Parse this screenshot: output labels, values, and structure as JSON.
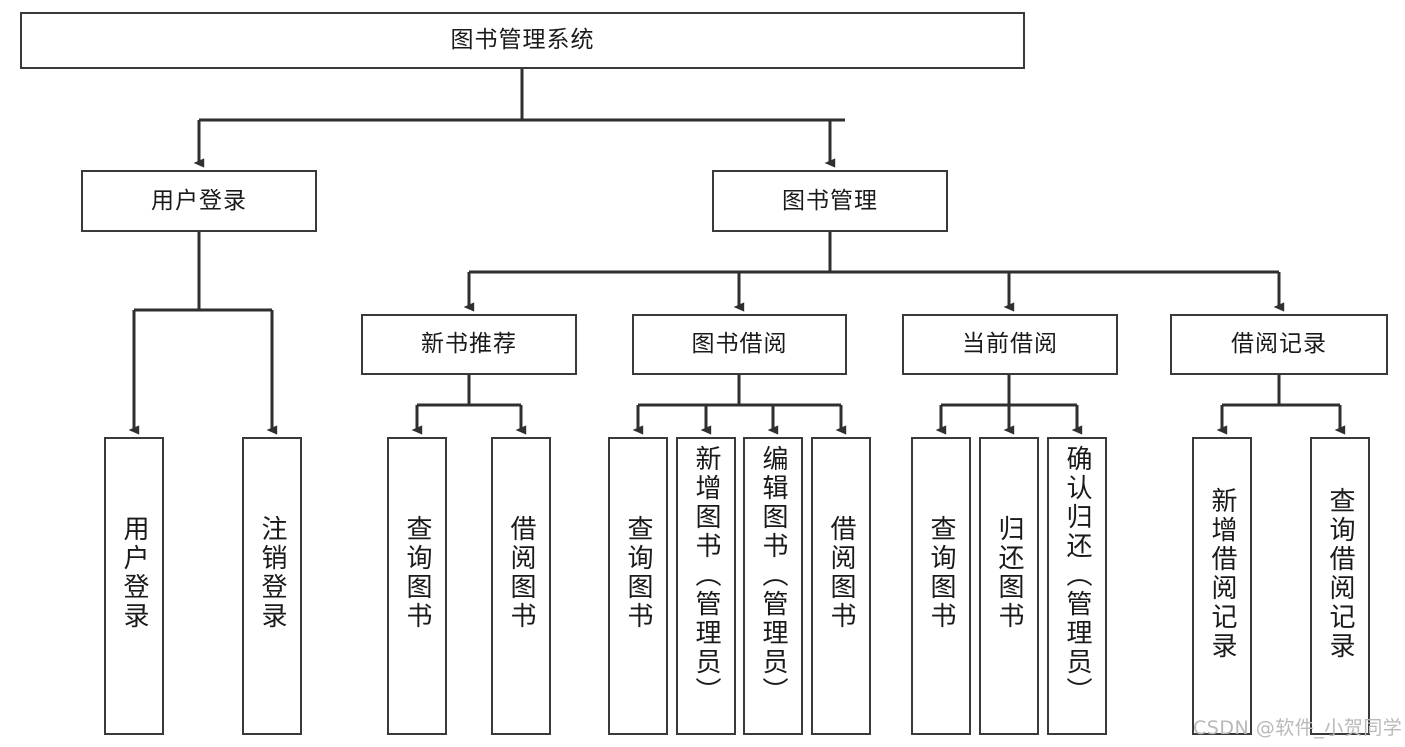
{
  "diagram": {
    "title": "图书管理系统",
    "type": "tree-hierarchy-chart",
    "root": {
      "label": "图书管理系统"
    },
    "level2": [
      {
        "label": "用户登录"
      },
      {
        "label": "图书管理"
      }
    ],
    "level3": [
      {
        "label": "新书推荐"
      },
      {
        "label": "图书借阅"
      },
      {
        "label": "当前借阅"
      },
      {
        "label": "借阅记录"
      }
    ],
    "leaves": [
      {
        "label": "用户登录",
        "parent": "用户登录"
      },
      {
        "label": "注销登录",
        "parent": "用户登录"
      },
      {
        "label": "查询图书",
        "parent": "新书推荐"
      },
      {
        "label": "借阅图书",
        "parent": "新书推荐"
      },
      {
        "label": "查询图书",
        "parent": "图书借阅"
      },
      {
        "label": "新增图书（管理员）",
        "parent": "图书借阅"
      },
      {
        "label": "编辑图书（管理员）",
        "parent": "图书借阅"
      },
      {
        "label": "借阅图书",
        "parent": "图书借阅"
      },
      {
        "label": "查询图书",
        "parent": "当前借阅"
      },
      {
        "label": "归还图书",
        "parent": "当前借阅"
      },
      {
        "label": "确认归还（管理员）",
        "parent": "当前借阅"
      },
      {
        "label": "新增借阅记录",
        "parent": "借阅记录"
      },
      {
        "label": "查询借阅记录",
        "parent": "借阅记录"
      }
    ]
  },
  "watermark": {
    "text": "CSDN @软件_小贺同学"
  },
  "colors": {
    "border": "#3a3a3a",
    "background": "#ffffff",
    "text": "#1a1a1a",
    "watermark": "#b9b9b9"
  }
}
